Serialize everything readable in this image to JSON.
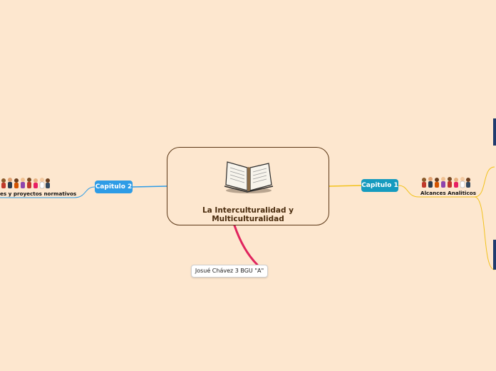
{
  "central_topic": {
    "title": "La Interculturalidad y\nMulticulturalidad",
    "icon": "open-book-icon",
    "border_color": "#5b3716"
  },
  "background_color": "#fde7cf",
  "branches": {
    "left": {
      "label": "Capitulo 2",
      "color": "#2e9ce6",
      "subtopic": "es y proyectos normativos",
      "subtopic_icon": "people-group-icon"
    },
    "right": {
      "label": "Capitulo 1",
      "color": "#159bbf",
      "line_color": "#f2c21b",
      "subtopic": "Alcances Analiticos",
      "subtopic_icon": "people-group-icon"
    }
  },
  "floating_note": {
    "text": "Josué Chávez 3 BGU \"A\"",
    "line_color": "#e0245e"
  }
}
